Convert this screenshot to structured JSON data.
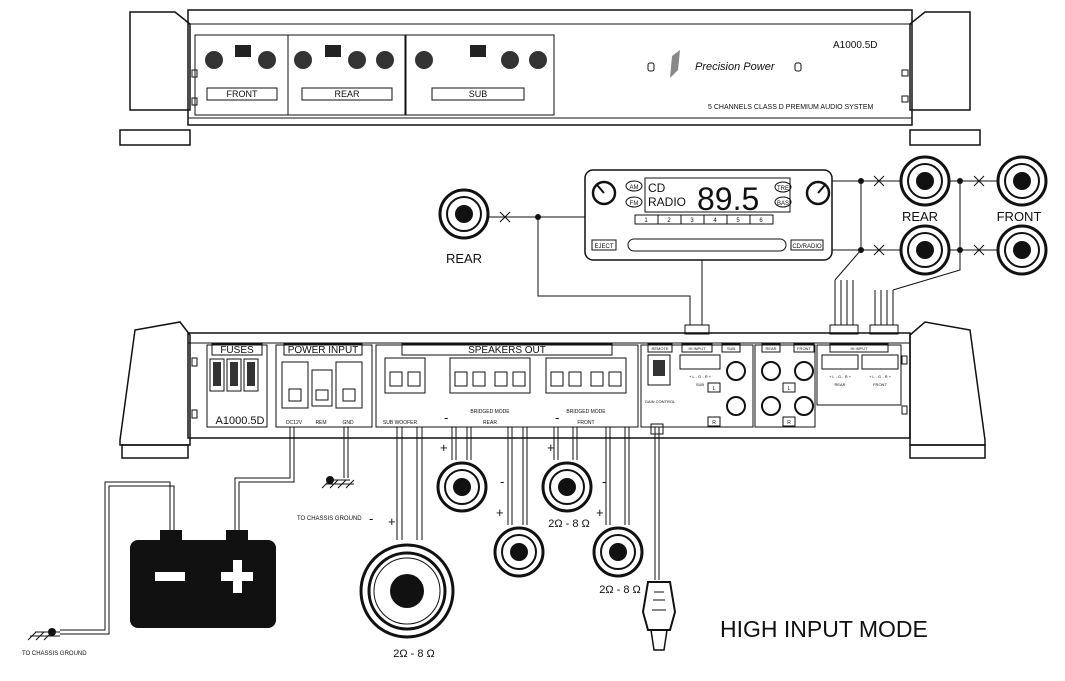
{
  "top_amp": {
    "model": "A1000.5D",
    "brand": "Precision Power",
    "tagline": "5 CHANNELS CLASS D PREMIUM AUDIO SYSTEM",
    "sections": [
      "FRONT",
      "REAR",
      "SUB"
    ]
  },
  "head_unit": {
    "source_line1": "CD",
    "source_line2": "RADIO",
    "frequency": "89.5",
    "band_am": "AM",
    "band_fm": "FM",
    "treble": "TRE",
    "bass": "BAS",
    "presets": [
      "1",
      "2",
      "3",
      "4",
      "5",
      "6"
    ],
    "eject": "EJECT",
    "cd_radio": "CD/RADIO"
  },
  "speaker_labels": {
    "rear_left": "REAR",
    "rear_right": "REAR",
    "front_right": "FRONT"
  },
  "amp_panel": {
    "fuses": "FUSES",
    "power_input": "POWER INPUT",
    "speakers_out": "SPEAKERS OUT",
    "model": "A1000.5D",
    "dc12v": "DC12V",
    "rem": "REM",
    "gnd": "GND",
    "sub_woofer": "SUB WOOFER",
    "bridged_rear": "BRIDGED MODE",
    "rear": "REAR",
    "bridged_front": "BRIDGED MODE",
    "front": "FRONT",
    "remote": "REMOTE",
    "gain_control": "GAIN CONTROL",
    "hi_input": "HI INPUT",
    "sub": "SUB",
    "sub_label": "SUB",
    "rear_rca": "REAR",
    "front_rca": "FRONT",
    "hi_input2": "HI INPUT",
    "lgr1": "+ L - G - R +",
    "lgr2": "+ L - G - R +",
    "lgr3": "+ L - G - R +",
    "rear_label": "REAR",
    "front_label": "FRONT",
    "rca_l1": "L",
    "rca_r1": "R",
    "rca_l2": "L",
    "rca_r2": "R"
  },
  "wiring": {
    "chassis_ground_1": "TO CHASSIS GROUND",
    "chassis_ground_2": "TO CHASSIS GROUND",
    "minus": "-",
    "plus": "+",
    "impedance_sub": "2Ω - 8 Ω",
    "impedance_mid": "2Ω - 8 Ω",
    "impedance_right": "2Ω - 8 Ω"
  },
  "mode_title": "HIGH INPUT MODE"
}
